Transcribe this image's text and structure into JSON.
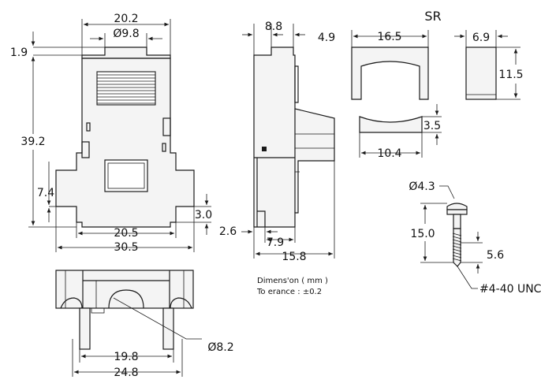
{
  "title": "SR",
  "front_view": {
    "dim_top_width": "20.2",
    "dim_top_hole": "Ø9.8",
    "dim_left_offset": "1.9",
    "dim_height": "39.2",
    "dim_lower_height": "7.4",
    "dim_right_small": "3.0",
    "dim_inner_width": "20.5",
    "dim_total_width": "30.5"
  },
  "side_view": {
    "dim_top_a": "8.8",
    "dim_top_b": "4.9",
    "dim_left_small": "2.6",
    "dim_mid": "7.9",
    "dim_total": "15.8"
  },
  "clip": {
    "dim_width": "16.5",
    "dim_depth": "6.9",
    "dim_height": "11.5",
    "dim_lower_h": "3.5",
    "dim_lower_w": "10.4"
  },
  "screw": {
    "dim_head": "Ø4.3",
    "dim_length": "15.0",
    "dim_thread": "5.6",
    "thread_spec": "#4-40 UNC"
  },
  "bottom_view": {
    "dim_bore": "Ø8.2",
    "dim_inner": "19.8",
    "dim_total": "24.8"
  },
  "notes": {
    "line1": "Dimens'on ( mm )",
    "line2": "To erance : ±0.2"
  }
}
